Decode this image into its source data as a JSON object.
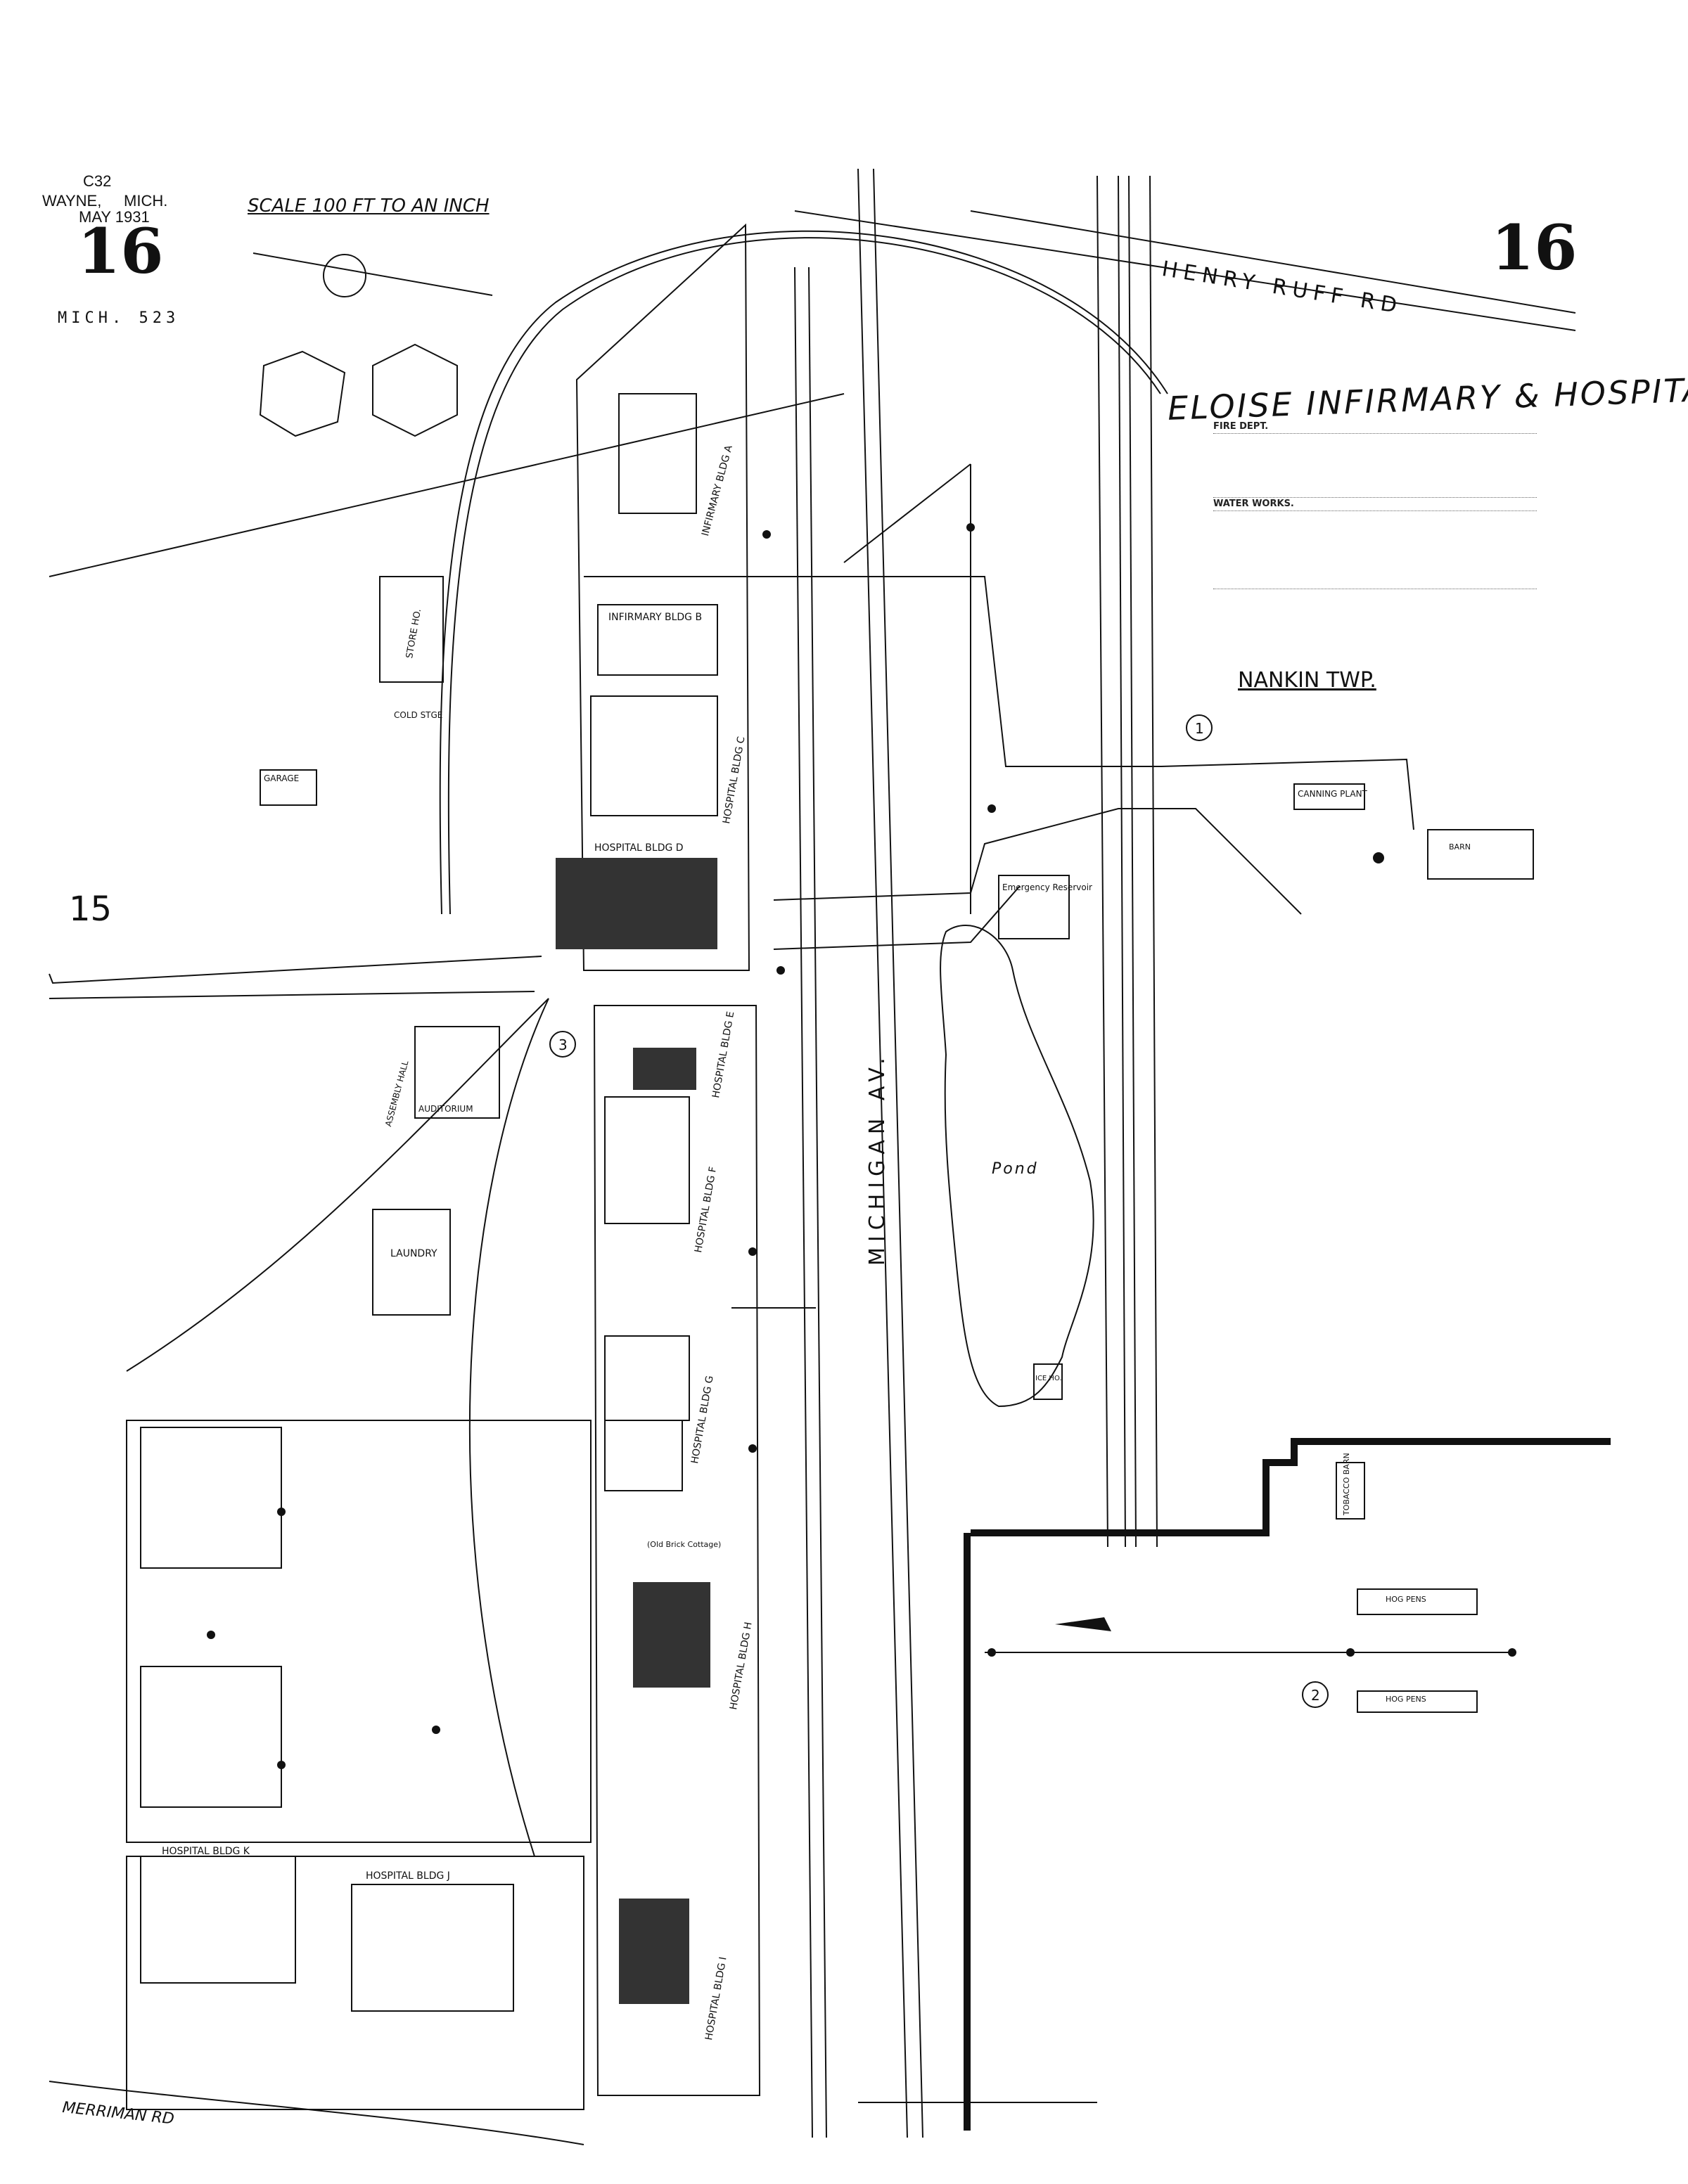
{
  "header": {
    "code": "C32",
    "place_city": "WAYNE,",
    "place_state": "MICH.",
    "date": "MAY 1931",
    "sheet_number_left": "16",
    "sheet_number_right": "16",
    "volume": "MICH. 523",
    "scale": "SCALE 100 FT TO AN INCH"
  },
  "title": "ELOISE INFIRMARY & HOSPITAL",
  "township": "NANKIN TWP.",
  "adjacent_sheet": "15",
  "roads": {
    "north": "HENRY RUFF RD",
    "main": "MICHIGAN AV.",
    "south": "MERRIMAN RD"
  },
  "water": {
    "pond": "Pond",
    "reservoir": "Emergency Reservoir"
  },
  "buildings": {
    "infirmary_a": "INFIRMARY BLDG A",
    "infirmary_b": "INFIRMARY BLDG B",
    "hospital_c": "HOSPITAL BLDG C",
    "hospital_d": "HOSPITAL BLDG D",
    "hospital_e": "HOSPITAL BLDG E",
    "hospital_f": "HOSPITAL BLDG F",
    "hospital_g": "HOSPITAL BLDG G",
    "hospital_h": "HOSPITAL BLDG H",
    "hospital_i": "HOSPITAL BLDG I",
    "hospital_j": "HOSPITAL BLDG J",
    "hospital_k": "HOSPITAL BLDG K",
    "laundry": "LAUNDRY",
    "garage": "GARAGE",
    "cold_storage": "COLD STGE",
    "store_ho": "STORE HO.",
    "assembly_hall": "ASSEMBLY HALL",
    "auditorium": "AUDITORIUM",
    "canning_plant": "CANNING PLANT",
    "barn": "BARN",
    "hog_pens_1": "HOG PENS",
    "hog_pens_2": "HOG PENS",
    "tobacco_barn": "TOBACCO BARN",
    "ice_ho": "ICE HO.",
    "old_brick_cottage": "(Old Brick Cottage)"
  },
  "circled_numbers": [
    "1",
    "2",
    "3"
  ],
  "notes": [
    "FIRE DEPT.",
    "WATER WORKS."
  ]
}
